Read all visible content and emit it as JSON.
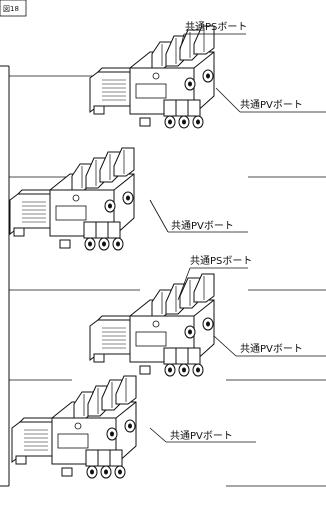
{
  "corner_label": "図18",
  "units": [
    {
      "labels": [
        "共通PSボート",
        "共通PVボート"
      ]
    },
    {
      "labels": [
        "共通PVボート"
      ]
    },
    {
      "labels": [
        "共通PSボート",
        "共通PVボート"
      ]
    },
    {
      "labels": [
        "共通PVボート"
      ]
    }
  ]
}
